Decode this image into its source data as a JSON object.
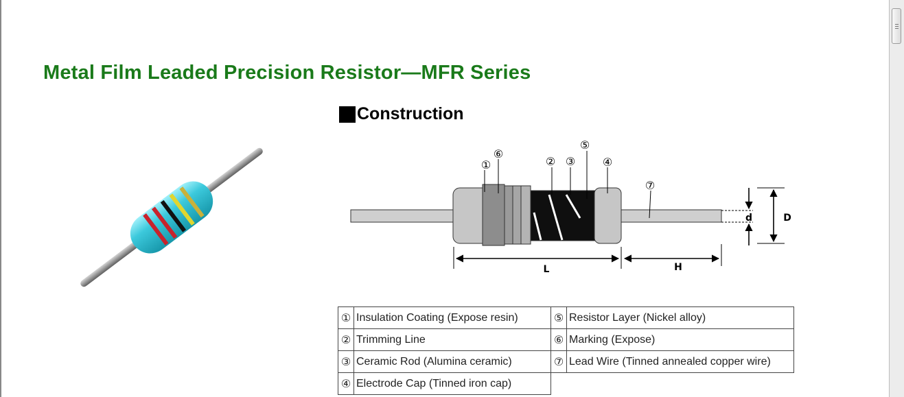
{
  "page": {
    "title": "Metal Film Leaded Precision Resistor―MFR Series",
    "section_heading": "Construction"
  },
  "diagram": {
    "callouts": [
      "①",
      "⑥",
      "②",
      "③",
      "⑤",
      "④",
      "⑦"
    ],
    "dimensions": {
      "length": "L",
      "lead_length": "H",
      "lead_diameter": "d",
      "body_diameter": "D"
    }
  },
  "legend": {
    "rows": [
      [
        {
          "num": "①",
          "text": "Insulation Coating (Expose resin)"
        },
        {
          "num": "⑤",
          "text": "Resistor Layer (Nickel alloy)"
        }
      ],
      [
        {
          "num": "②",
          "text": "Trimming Line"
        },
        {
          "num": "⑥",
          "text": "Marking (Expose)"
        }
      ],
      [
        {
          "num": "③",
          "text": "Ceramic Rod (Alumina ceramic)"
        },
        {
          "num": "⑦",
          "text": "Lead Wire (Tinned annealed copper wire)"
        }
      ],
      [
        {
          "num": "④",
          "text": "Electrode Cap (Tinned iron cap)"
        }
      ]
    ]
  },
  "colors": {
    "title": "#1a7a1a",
    "resistor_body": "#2fc4d8",
    "band_red": "#c8232c",
    "band_black": "#111111",
    "band_yellow": "#e0d630"
  },
  "icons": [
    "resistor-photo",
    "construction-diagram",
    "scrollbar"
  ]
}
